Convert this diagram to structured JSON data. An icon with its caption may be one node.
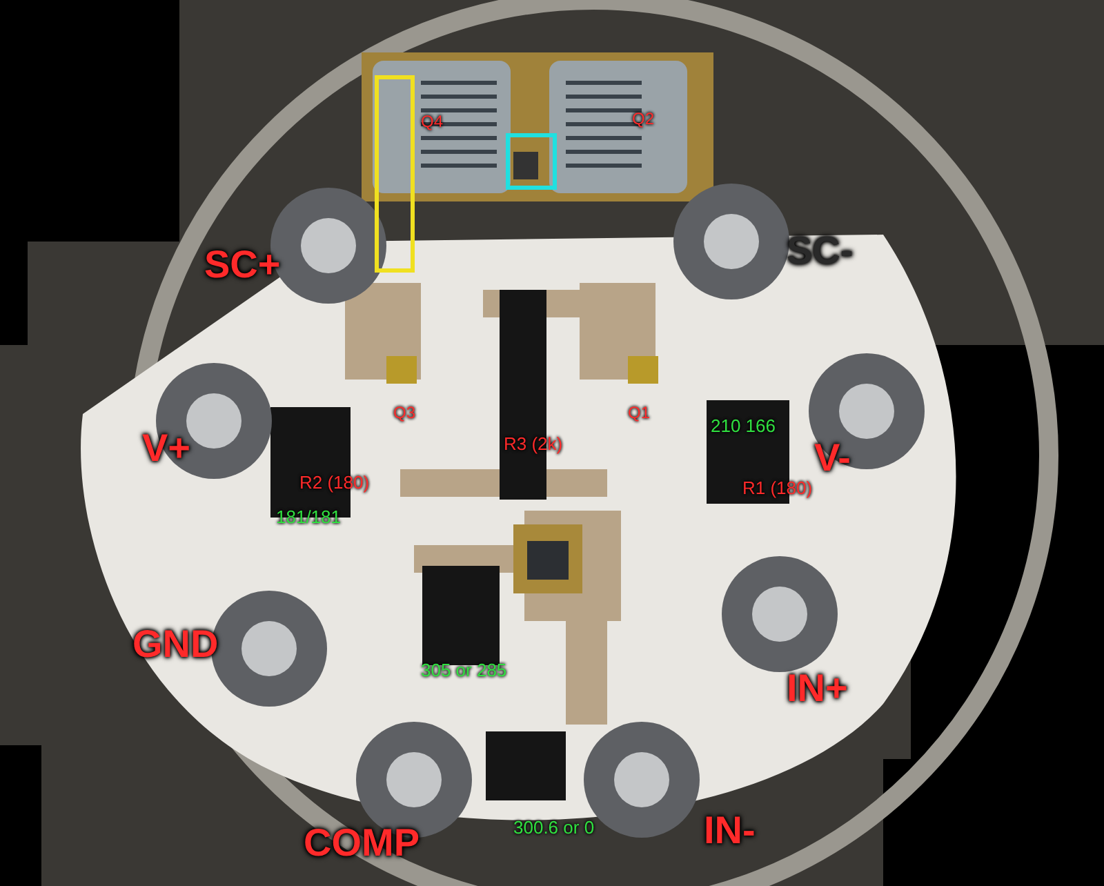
{
  "diagram": {
    "labels": [
      "Q4",
      "Q2",
      "SC+",
      "SC-",
      "Q3",
      "Q1",
      "210 166",
      "V+",
      "R3 (2k)",
      "V-",
      "R2 (180)",
      "R1 (180)",
      "181/181",
      "GND",
      "305 or 285",
      "IN+",
      "COMP",
      "300.6 or 0",
      "IN-"
    ]
  }
}
